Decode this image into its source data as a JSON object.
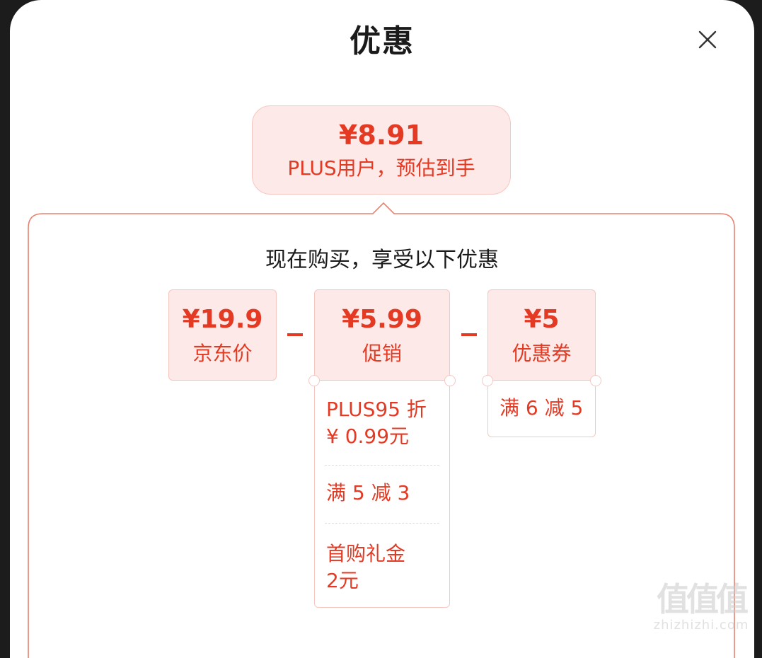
{
  "dialog": {
    "title": "优惠"
  },
  "summary": {
    "price": "¥8.91",
    "subtitle": "PLUS用户，预估到手"
  },
  "breakdown": {
    "heading": "现在购买，享受以下优惠",
    "jd_price": {
      "value": "¥19.9",
      "label": "京东价"
    },
    "promotion": {
      "value": "¥5.99",
      "label": "促销",
      "items": [
        {
          "line1": "PLUS95 折",
          "line2": "¥ 0.99元"
        },
        {
          "line1": "满 5 减 3",
          "line2": ""
        },
        {
          "line1": "首购礼金",
          "line2": "2元"
        }
      ]
    },
    "coupon": {
      "value": "¥5",
      "label": "优惠券",
      "items": [
        {
          "line1": "满 6 减 5"
        }
      ]
    }
  },
  "watermark": {
    "glyphs": "值值值",
    "domain": "zhizhizhi.com"
  },
  "colors": {
    "accent": "#e43a24",
    "card_bg": "#fde9e7",
    "card_border": "#f6c7c1",
    "title_text": "#1a1a1a"
  },
  "icons": {
    "close": "close-icon"
  }
}
